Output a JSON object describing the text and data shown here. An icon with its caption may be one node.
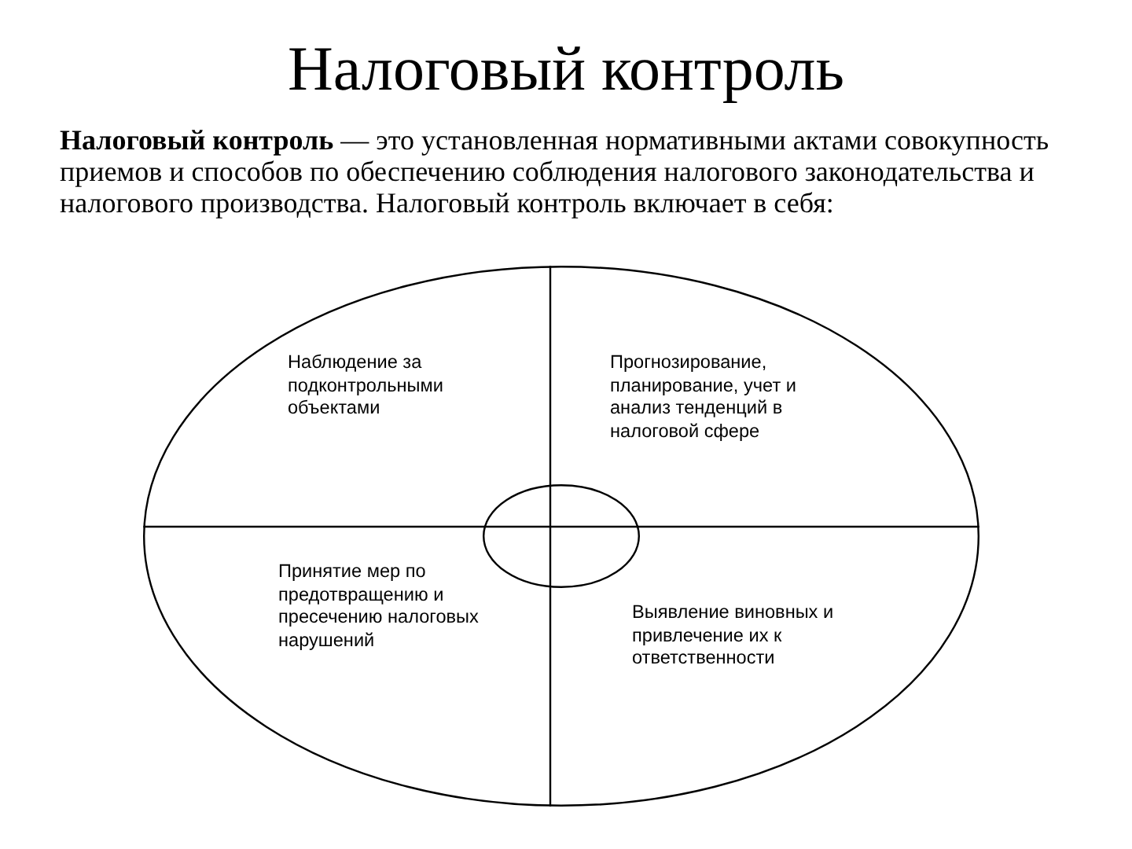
{
  "diagram": {
    "title": "Налоговый контроль",
    "nodes": [
      {
        "text": [],
        "shape": "ellipse"
      },
      {
        "text": [
          "Наблюдение за подконтрольными объектами"
        ],
        "in": 0
      },
      {
        "text": [
          "Прогнозирование, планирование, учет и анализ тенденций в налоговой сфере"
        ],
        "in": 0
      },
      {
        "text": [
          "Принятие мер по предотвращению и пресечению налоговых нарушений"
        ],
        "in": 0
      },
      {
        "text": [
          "Выявление виновных и привлечение их к ответственности"
        ],
        "in": 0
      },
      {
        "text": [],
        "shape": "ellipse",
        "in": 0
      }
    ],
    "labels": [
      "**Налоговый контроль** — это установленная нормативными актами совокупность приемов и способов по обеспечению соблюдения налогового законодательства и налогового производства. Налоговый контроль включает в себя:"
    ]
  }
}
